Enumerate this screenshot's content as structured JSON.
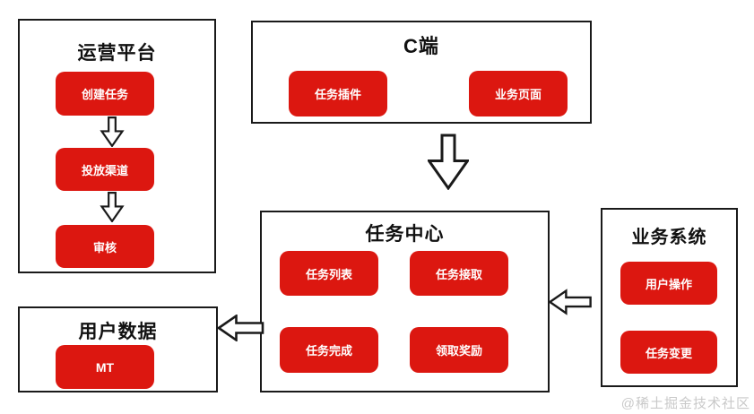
{
  "boxes": {
    "ops": {
      "title": "运营平台",
      "buttons": [
        "创建任务",
        "投放渠道",
        "审核"
      ]
    },
    "cend": {
      "title": "C端",
      "buttons": [
        "任务插件",
        "业务页面"
      ]
    },
    "task_center": {
      "title": "任务中心",
      "buttons": [
        "任务列表",
        "任务接取",
        "任务完成",
        "领取奖励"
      ]
    },
    "biz_sys": {
      "title": "业务系统",
      "buttons": [
        "用户操作",
        "任务变更"
      ]
    },
    "user_data": {
      "title": "用户数据",
      "buttons": [
        "MT"
      ]
    }
  },
  "arrows": [
    {
      "from": "创建任务",
      "to": "投放渠道",
      "direction": "down"
    },
    {
      "from": "投放渠道",
      "to": "审核",
      "direction": "down"
    },
    {
      "from": "C端",
      "to": "任务中心",
      "direction": "down"
    },
    {
      "from": "业务系统",
      "to": "任务中心",
      "direction": "left"
    },
    {
      "from": "任务中心",
      "to": "用户数据",
      "direction": "left"
    }
  ],
  "watermark": "@稀土掘金技术社区",
  "colors": {
    "node_red": "#dc1710",
    "node_text": "#ffffff",
    "line_black": "#1a1a1a",
    "watermark_gray": "#c9c9c9"
  }
}
